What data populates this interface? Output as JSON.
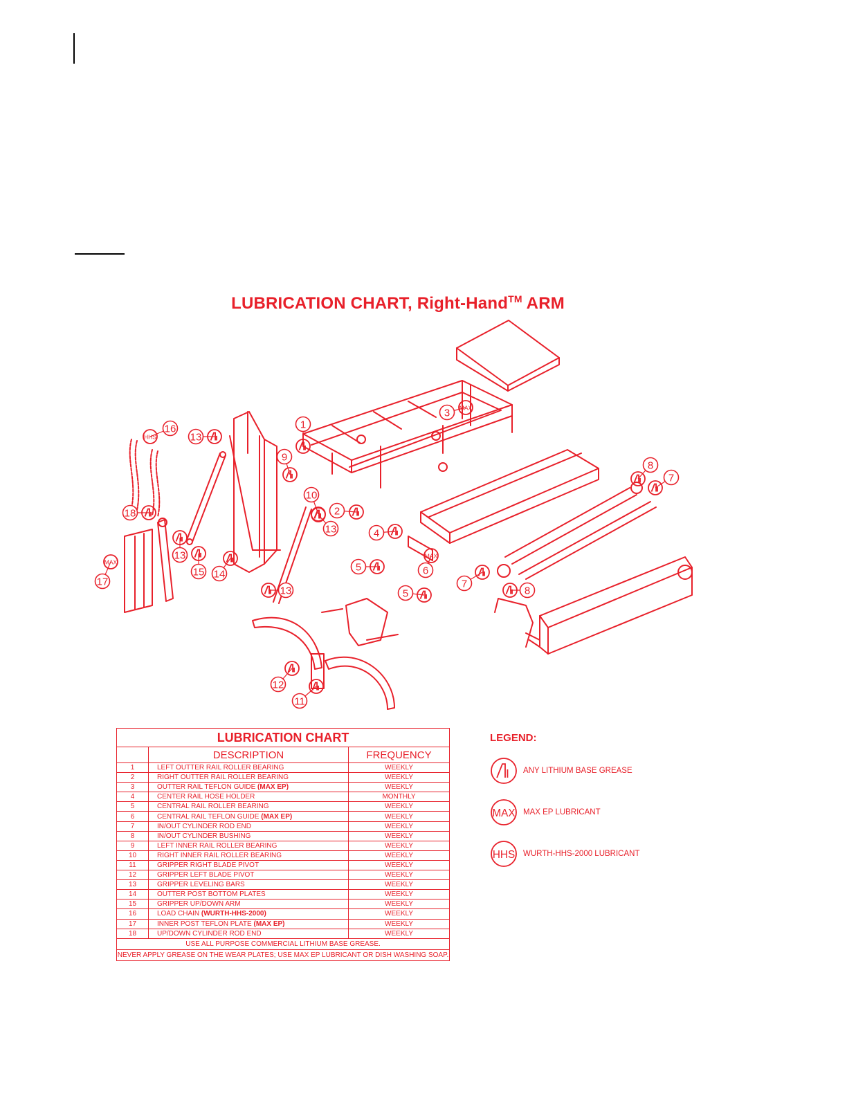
{
  "title": {
    "main": "LUBRICATION CHART, Right-Hand",
    "tm": "TM",
    "suffix": " ARM"
  },
  "colors": {
    "accent": "#e8202a"
  },
  "diagram": {
    "callouts": [
      {
        "id": "c1",
        "number": "1",
        "symbol": "grease"
      },
      {
        "id": "c2",
        "number": "2",
        "symbol": "grease"
      },
      {
        "id": "c3",
        "number": "3",
        "symbol": "max"
      },
      {
        "id": "c4",
        "number": "4",
        "symbol": "grease"
      },
      {
        "id": "c5a",
        "number": "5",
        "symbol": "grease"
      },
      {
        "id": "c5b",
        "number": "5",
        "symbol": "grease"
      },
      {
        "id": "c6",
        "number": "6",
        "symbol": "max"
      },
      {
        "id": "c7a",
        "number": "7",
        "symbol": "grease"
      },
      {
        "id": "c7b",
        "number": "7",
        "symbol": "grease"
      },
      {
        "id": "c8a",
        "number": "8",
        "symbol": "grease"
      },
      {
        "id": "c8b",
        "number": "8",
        "symbol": "grease"
      },
      {
        "id": "c9",
        "number": "9",
        "symbol": "grease"
      },
      {
        "id": "c10",
        "number": "10",
        "symbol": "grease"
      },
      {
        "id": "c11",
        "number": "11",
        "symbol": "grease"
      },
      {
        "id": "c12",
        "number": "12",
        "symbol": "grease"
      },
      {
        "id": "c13a",
        "number": "13",
        "symbol": "grease"
      },
      {
        "id": "c13b",
        "number": "13",
        "symbol": "grease"
      },
      {
        "id": "c13c",
        "number": "13",
        "symbol": "grease"
      },
      {
        "id": "c13d",
        "number": "13",
        "symbol": "grease"
      },
      {
        "id": "c14",
        "number": "14",
        "symbol": "grease"
      },
      {
        "id": "c15",
        "number": "15",
        "symbol": "grease"
      },
      {
        "id": "c16",
        "number": "16",
        "symbol": "hhs"
      },
      {
        "id": "c17",
        "number": "17",
        "symbol": "max"
      },
      {
        "id": "c18",
        "number": "18",
        "symbol": "grease"
      }
    ]
  },
  "chart": {
    "title": "LUBRICATION CHART",
    "headers": {
      "description": "DESCRIPTION",
      "frequency": "FREQUENCY"
    },
    "rows": [
      {
        "num": "1",
        "desc": "LEFT OUTTER RAIL ROLLER BEARING",
        "bold": "",
        "freq": "WEEKLY"
      },
      {
        "num": "2",
        "desc": "RIGHT OUTTER RAIL ROLLER BEARING",
        "bold": "",
        "freq": "WEEKLY"
      },
      {
        "num": "3",
        "desc": "OUTTER RAIL TEFLON GUIDE ",
        "bold": "(MAX EP)",
        "freq": "WEEKLY"
      },
      {
        "num": "4",
        "desc": "CENTER RAIL HOSE HOLDER",
        "bold": "",
        "freq": "MONTHLY"
      },
      {
        "num": "5",
        "desc": "CENTRAL RAIL ROLLER BEARING",
        "bold": "",
        "freq": "WEEKLY"
      },
      {
        "num": "6",
        "desc": "CENTRAL RAIL TEFLON GUIDE ",
        "bold": "(MAX EP)",
        "freq": "WEEKLY"
      },
      {
        "num": "7",
        "desc": "IN/OUT CYLINDER ROD END",
        "bold": "",
        "freq": "WEEKLY"
      },
      {
        "num": "8",
        "desc": "IN/OUT CYLINDER BUSHING",
        "bold": "",
        "freq": "WEEKLY"
      },
      {
        "num": "9",
        "desc": "LEFT INNER RAIL ROLLER BEARING",
        "bold": "",
        "freq": "WEEKLY"
      },
      {
        "num": "10",
        "desc": "RIGHT INNER RAIL ROLLER BEARING",
        "bold": "",
        "freq": "WEEKLY"
      },
      {
        "num": "11",
        "desc": "GRIPPER RIGHT BLADE PIVOT",
        "bold": "",
        "freq": "WEEKLY"
      },
      {
        "num": "12",
        "desc": "GRIPPER LEFT BLADE PIVOT",
        "bold": "",
        "freq": "WEEKLY"
      },
      {
        "num": "13",
        "desc": "GRIPPER LEVELING BARS",
        "bold": "",
        "freq": "WEEKLY"
      },
      {
        "num": "14",
        "desc": "OUTTER POST BOTTOM PLATES",
        "bold": "",
        "freq": "WEEKLY"
      },
      {
        "num": "15",
        "desc": "GRIPPER UP/DOWN ARM",
        "bold": "",
        "freq": "WEEKLY"
      },
      {
        "num": "16",
        "desc": "LOAD CHAIN ",
        "bold": "(WURTH-HHS-2000)",
        "freq": "WEEKLY"
      },
      {
        "num": "17",
        "desc": "INNER POST TEFLON PLATE ",
        "bold": "(MAX EP)",
        "freq": "WEEKLY"
      },
      {
        "num": "18",
        "desc": "UP/DOWN CYLINDER ROD END",
        "bold": "",
        "freq": "WEEKLY"
      }
    ],
    "footer": [
      "USE ALL PURPOSE COMMERCIAL LITHIUM BASE GREASE.",
      "NEVER APPLY GREASE ON THE WEAR PLATES; USE MAX EP LUBRICANT OR DISH WASHING SOAP."
    ]
  },
  "legend": {
    "title": "LEGEND:",
    "items": [
      {
        "symbol": "grease",
        "text": "",
        "label": "ANY LITHIUM BASE GREASE"
      },
      {
        "symbol": "max",
        "text": "MAX",
        "label": "MAX EP LUBRICANT"
      },
      {
        "symbol": "hhs",
        "text": "HHS",
        "label": "WURTH-HHS-2000 LUBRICANT"
      }
    ]
  }
}
